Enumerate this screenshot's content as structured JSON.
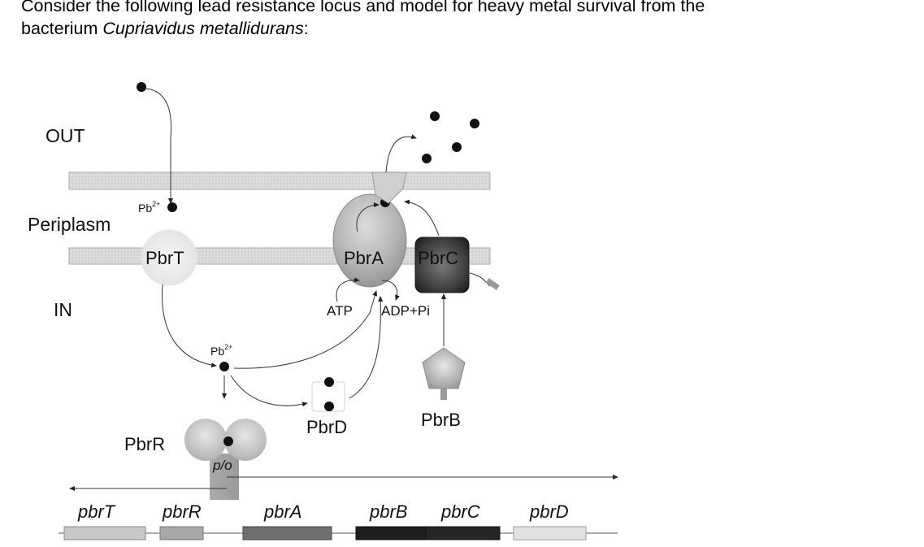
{
  "intro": {
    "line1": "Consider the following lead resistance locus and model for heavy metal survival from the",
    "line2_prefix": "bacterium ",
    "line2_species": "Cupriavidus metallidurans",
    "line2_suffix": ":"
  },
  "diagram": {
    "compartments": {
      "out": "OUT",
      "periplasm": "Periplasm",
      "in": "IN"
    },
    "ion": {
      "base": "Pb",
      "charge": "2+"
    },
    "proteins": {
      "pbrT": "PbrT",
      "pbrA": "PbrA",
      "pbrC": "PbrC",
      "pbrR": "PbrR",
      "pbrD": "PbrD",
      "pbrB": "PbrB"
    },
    "energy": {
      "atp": "ATP",
      "adp": "ADP+Pi"
    },
    "promoter": "p/o",
    "genes": [
      "pbrT",
      "pbrR",
      "pbrA",
      "pbrB",
      "pbrC",
      "pbrD"
    ]
  }
}
